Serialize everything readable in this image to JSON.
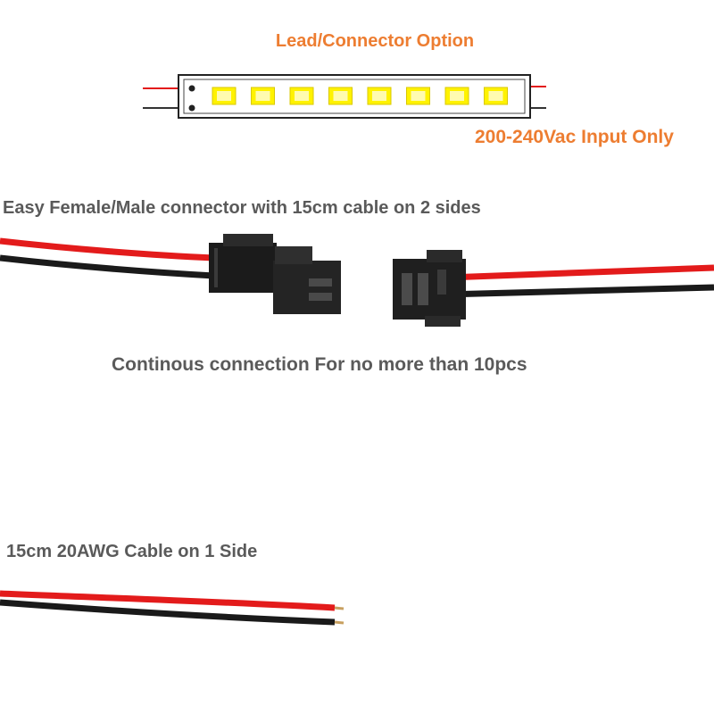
{
  "header": {
    "title": "Lead/Connector Option",
    "voltage_note": "200-240Vac Input Only"
  },
  "sections": {
    "connector_caption": "Easy Female/Male connector with 15cm cable on 2 sides",
    "continuous_caption": "Continous connection For no more than 10pcs",
    "single_cable_caption": "15cm 20AWG Cable on 1 Side"
  },
  "colors": {
    "accent_orange": "#ed7d31",
    "text_gray": "#5a5a5a",
    "wire_red": "#e31b1b",
    "wire_black": "#1a1a1a",
    "led_yellow": "#fff200"
  },
  "strip": {
    "led_count": 8
  }
}
